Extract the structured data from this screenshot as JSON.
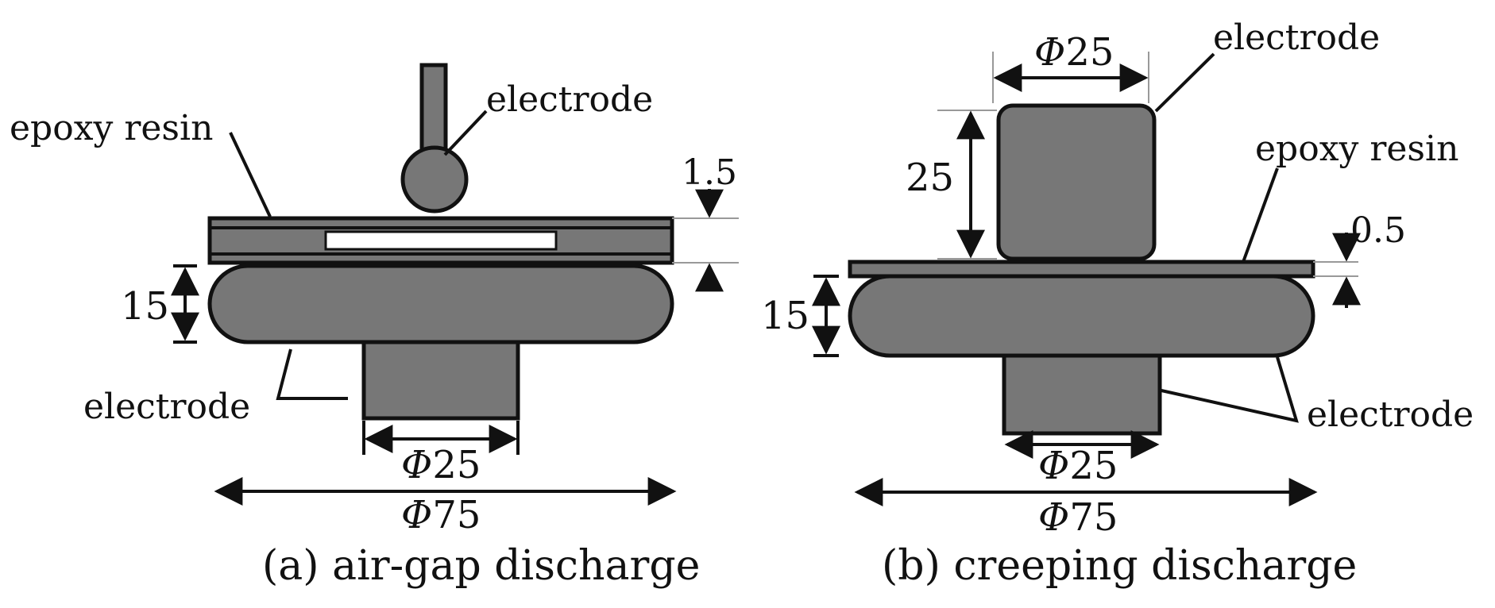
{
  "panel_a": {
    "caption": "(a) air-gap discharge",
    "label_epoxy": "epoxy resin",
    "label_electrode_top": "electrode",
    "label_electrode_bottom": "electrode",
    "dim_thickness": "1.5",
    "dim_height": "15",
    "dim_small": "25",
    "dim_large": "75",
    "phi": "Φ"
  },
  "panel_b": {
    "caption": "(b) creeping discharge",
    "label_epoxy": "epoxy resin",
    "label_electrode_top": "electrode",
    "label_electrode_bottom": "electrode",
    "dim_top_width": "25",
    "dim_top_height": "25",
    "dim_thickness": "0.5",
    "dim_height": "15",
    "dim_small": "25",
    "dim_large": "75",
    "phi": "Φ"
  },
  "colors": {
    "electrode_fill": "#777777",
    "outline": "#111111",
    "gap": "#ffffff"
  }
}
